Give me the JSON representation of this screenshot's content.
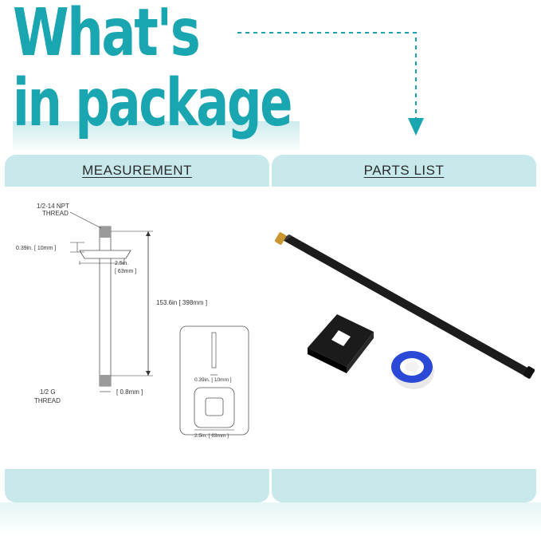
{
  "header": {
    "line1": "What's",
    "line2": "in package"
  },
  "measurement": {
    "title": "MEASUREMENT",
    "npt_label_1": "1/2-14 NPT",
    "npt_label_2": "THREAD",
    "g_label_1": "1/2 G",
    "g_label_2": "THREAD",
    "flange_thickness": "0.39in. [ 10mm ]",
    "flange_width_1": "2.5in.",
    "flange_width_2": "[ 63mm ]",
    "length": "153.6in [ 398mm ]",
    "wall": "[ 0.8mm ]",
    "detail_thickness": "0.39in. [ 10mm ]",
    "detail_width": "2.5in. [ 63mm ]"
  },
  "parts": {
    "title": "PARTS LIST"
  },
  "colors": {
    "accent": "#1aa6b0",
    "panel": "#c8e9ec"
  }
}
